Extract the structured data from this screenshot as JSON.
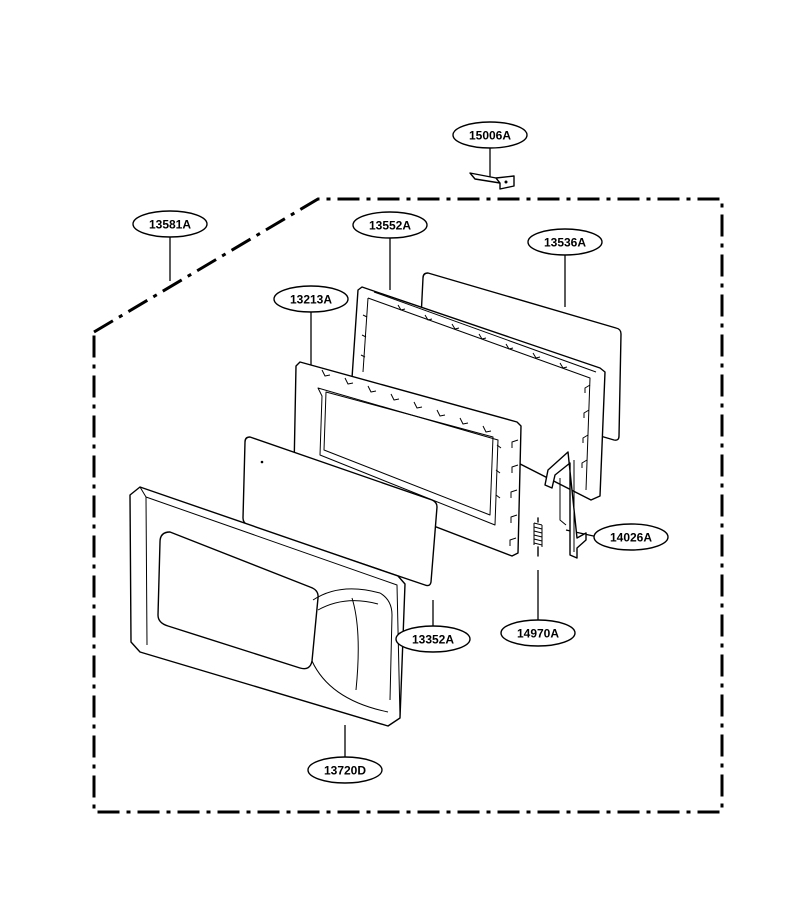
{
  "callouts": {
    "c15006": "15006A",
    "c13581": "13581A",
    "c13552": "13552A",
    "c13536": "13536A",
    "c13213": "13213A",
    "c14026": "14026A",
    "c14970": "14970A",
    "c13352": "13352A",
    "c13720": "13720D"
  },
  "colors": {
    "line": "#000000",
    "background": "#ffffff"
  }
}
